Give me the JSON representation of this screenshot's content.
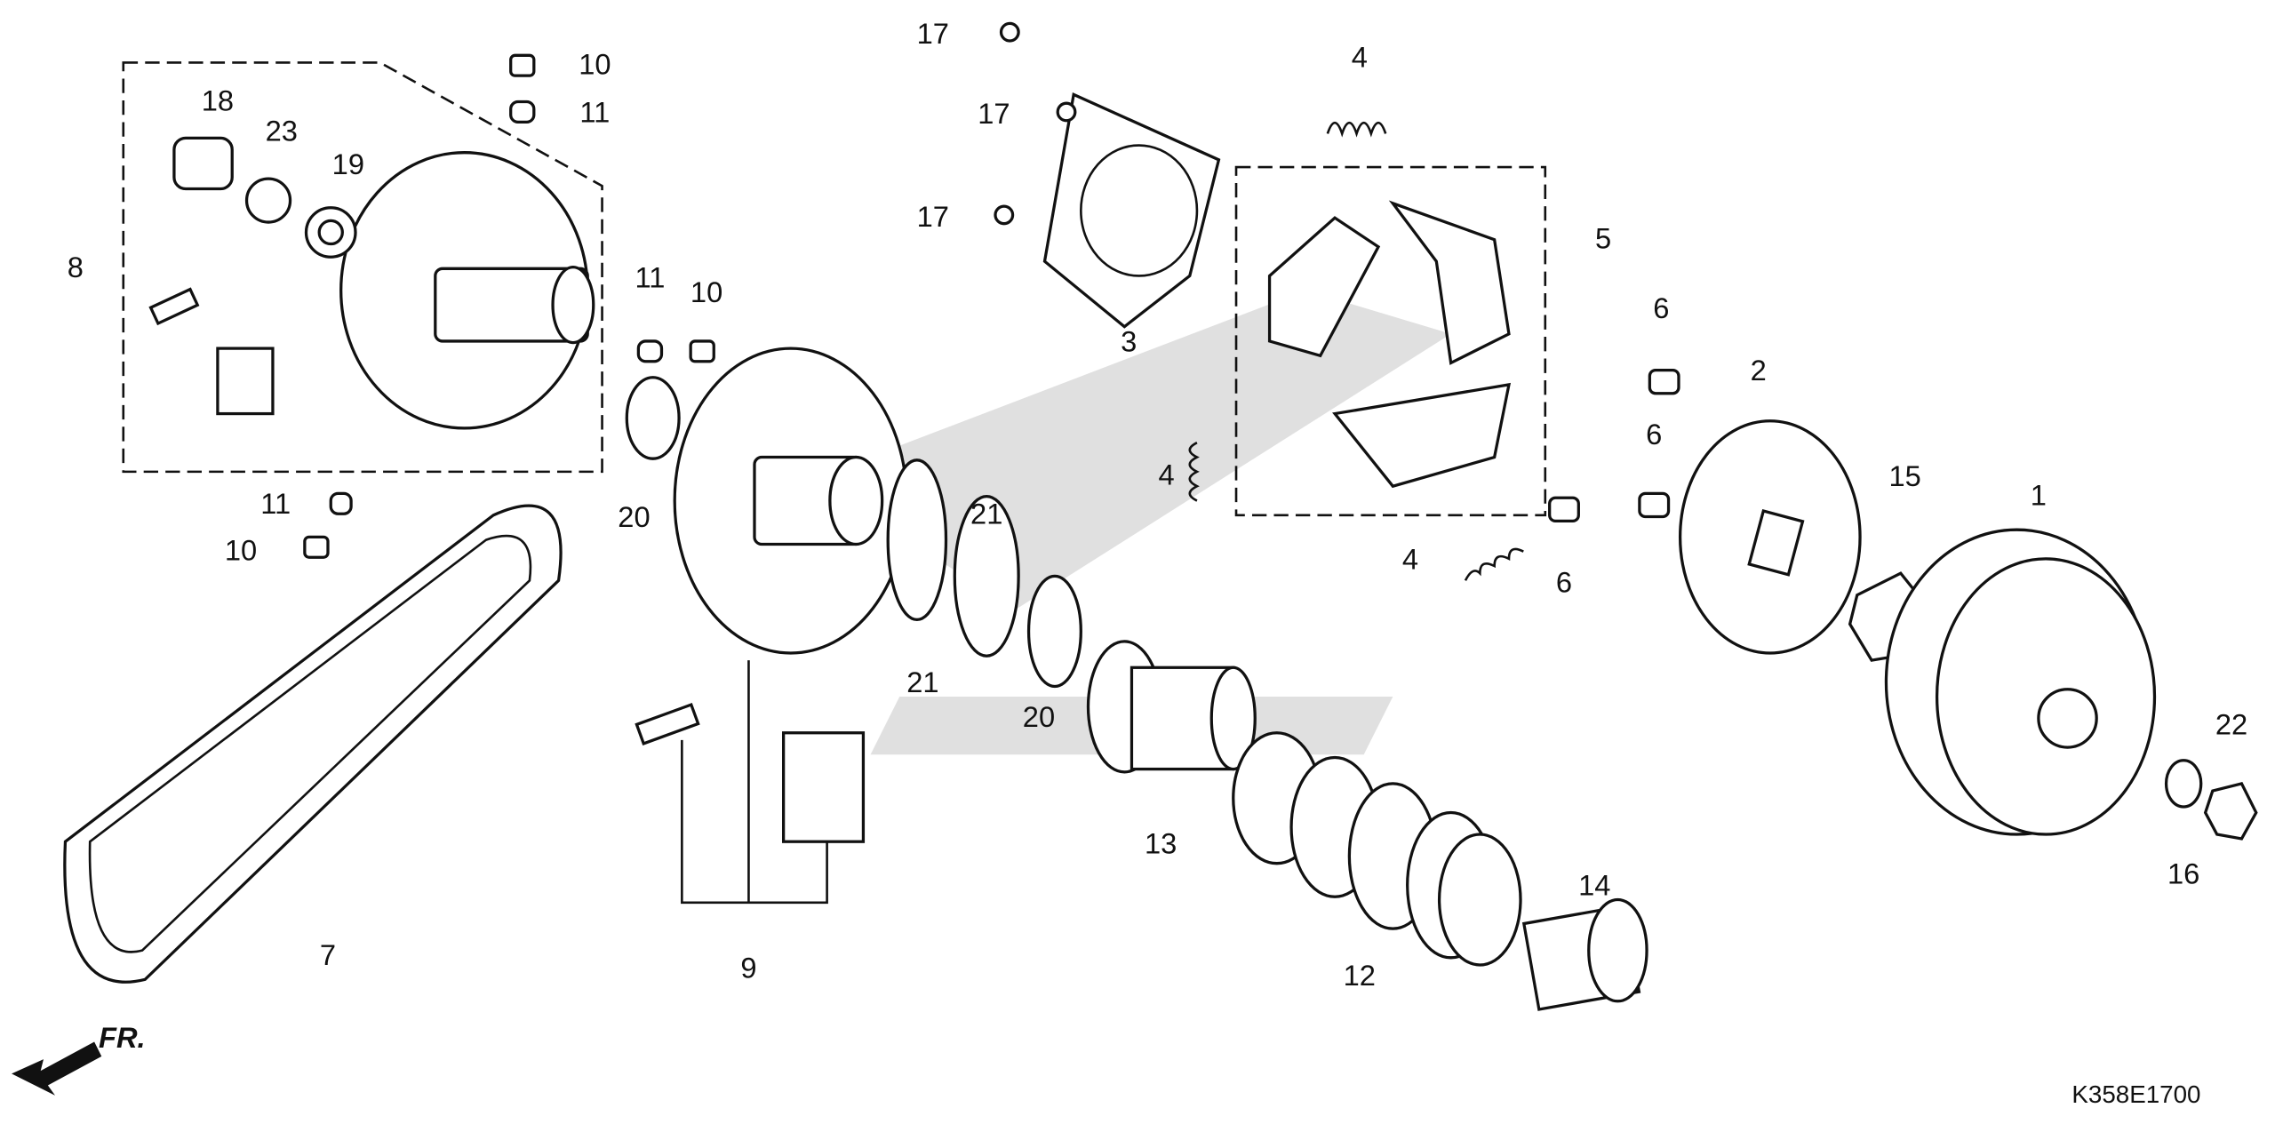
{
  "diagram": {
    "code": "K358E1700",
    "front_indicator": "FR.",
    "callouts": [
      "17",
      "17",
      "17",
      "10",
      "11",
      "18",
      "23",
      "19",
      "8",
      "11",
      "10",
      "4",
      "3",
      "5",
      "6",
      "2",
      "6",
      "4",
      "4",
      "6",
      "15",
      "1",
      "11",
      "10",
      "20",
      "21",
      "21",
      "20",
      "13",
      "12",
      "14",
      "9",
      "7",
      "16",
      "22"
    ]
  }
}
